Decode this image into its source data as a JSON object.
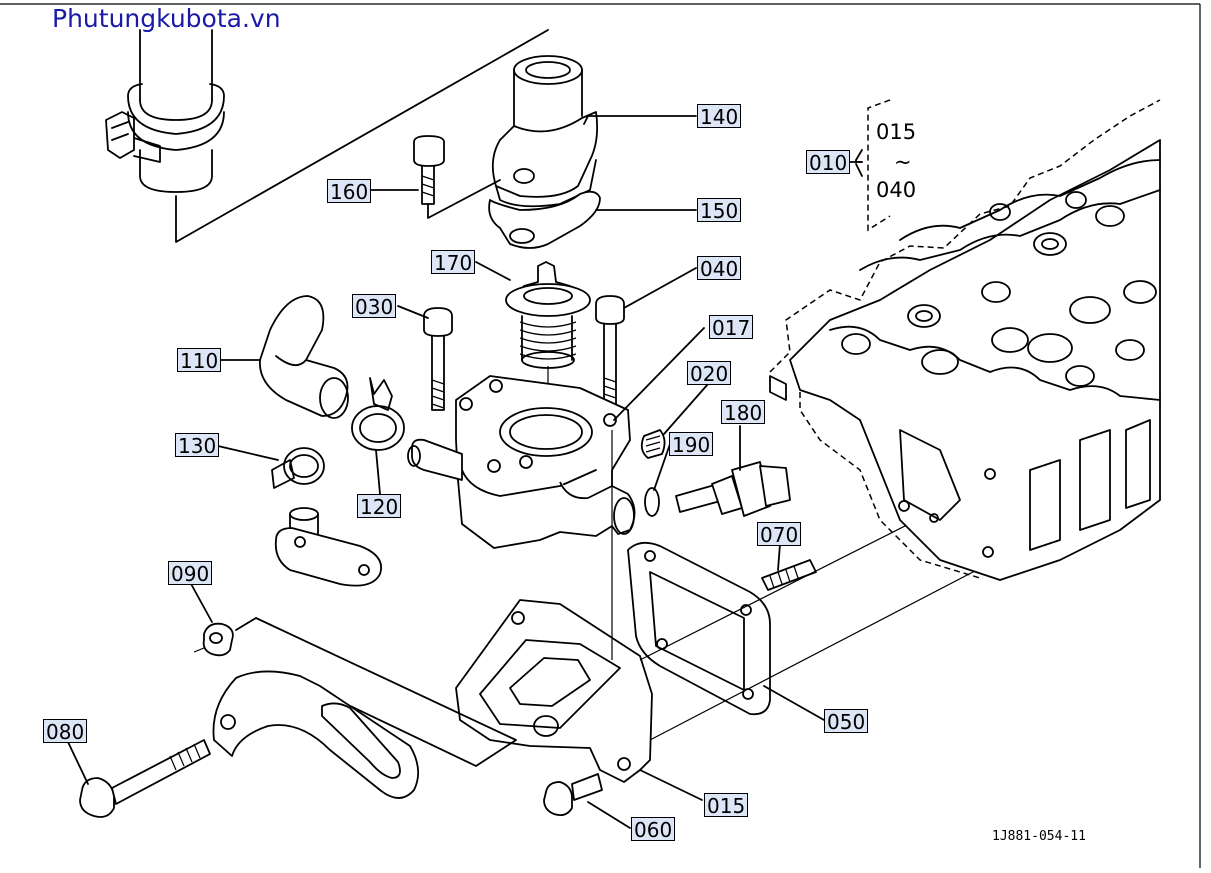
{
  "header": {
    "site_title": "Phutungkubota.vn"
  },
  "drawing_code": "1J881-054-11",
  "part_range": {
    "label": "010",
    "from": "015",
    "tilde": "~",
    "to": "040"
  },
  "parts": [
    "140",
    "160",
    "150",
    "170",
    "040",
    "030",
    "017",
    "110",
    "020",
    "180",
    "130",
    "190",
    "120",
    "070",
    "090",
    "050",
    "080",
    "015",
    "060"
  ]
}
